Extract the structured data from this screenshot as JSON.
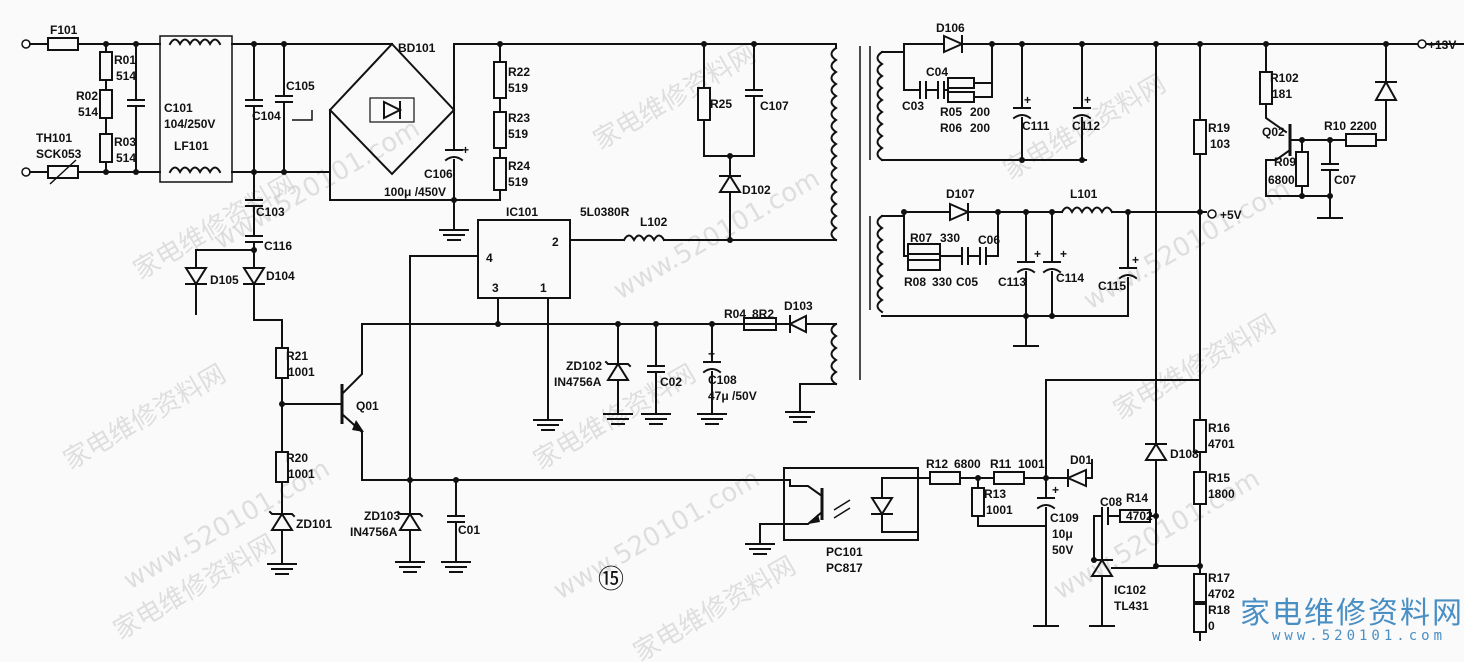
{
  "watermarks": [
    {
      "text": "家电维修资料网"
    },
    {
      "text": "www.520101.com"
    }
  ],
  "brand": {
    "title": "家电维修资料网",
    "url": "www.520101.com"
  },
  "page_number": "⑮",
  "nets": {
    "v13": "+13V",
    "v5": "+5V"
  },
  "labels": {
    "F101": "F101",
    "R01": "R01",
    "R01v": "514",
    "R02": "R02",
    "R02v": "514",
    "R03": "R03",
    "R03v": "514",
    "TH101": "TH101",
    "TH101v": "SCK053",
    "C101": "C101",
    "C101v": "104/250V",
    "LF101": "LF101",
    "C104": "C104",
    "C105": "C105",
    "C103": "C103",
    "C116": "C116",
    "D105": "D105",
    "D104": "D104",
    "BD101": "BD101",
    "C106": "C106",
    "C106v": "100μ /450V",
    "R22": "R22",
    "R22v": "519",
    "R23": "R23",
    "R23v": "519",
    "R24": "R24",
    "R24v": "519",
    "R25": "R25",
    "C107": "C107",
    "D102": "D102",
    "IC101": "IC101",
    "IC101v": "5L0380R",
    "L102": "L102",
    "p1": "1",
    "p2": "2",
    "p3": "3",
    "p4": "4",
    "R21": "R21",
    "R21v": "1001",
    "Q01": "Q01",
    "R20": "R20",
    "R20v": "1001",
    "ZD101": "ZD101",
    "ZD103": "ZD103",
    "ZD103v": "IN4756A",
    "C01": "C01",
    "ZD102": "ZD102",
    "ZD102v": "IN4756A",
    "C02": "C02",
    "C108": "C108",
    "C108v": "47μ /50V",
    "R04": "R04",
    "R04v": "8R2",
    "D103": "D103",
    "D106": "D106",
    "C03": "C03",
    "C04": "C04",
    "R05": "R05",
    "R05v": "200",
    "R06": "R06",
    "R06v": "200",
    "C111": "C111",
    "C112": "C112",
    "D107": "D107",
    "R07": "R07",
    "R07v": "330",
    "R08": "R08",
    "R08v": "330",
    "C05": "C05",
    "C06": "C06",
    "C113": "C113",
    "C114": "C114",
    "C115": "C115",
    "L101": "L101",
    "R19": "R19",
    "R19v": "103",
    "R102": "R102",
    "R102v": "181",
    "Q02": "Q02",
    "R10": "R10",
    "R10v": "2200",
    "R09": "R09",
    "R09v": "6800",
    "C07": "C07",
    "R16": "R16",
    "R16v": "4701",
    "R15": "R15",
    "R15v": "1800",
    "D108": "D108",
    "R17": "R17",
    "R17v": "4702",
    "R18": "R18",
    "R18v": "0",
    "R12": "R12",
    "R12v": "6800",
    "R11": "R11",
    "R11v": "1001",
    "D01": "D01",
    "R13": "R13",
    "R13v": "1001",
    "C109": "C109",
    "C109v1": "10μ",
    "C109v2": "50V",
    "C08": "C08",
    "R14": "R14",
    "R14v": "4702",
    "IC102": "IC102",
    "IC102v": "TL431",
    "PC101": "PC101",
    "PC101v": "PC817"
  }
}
